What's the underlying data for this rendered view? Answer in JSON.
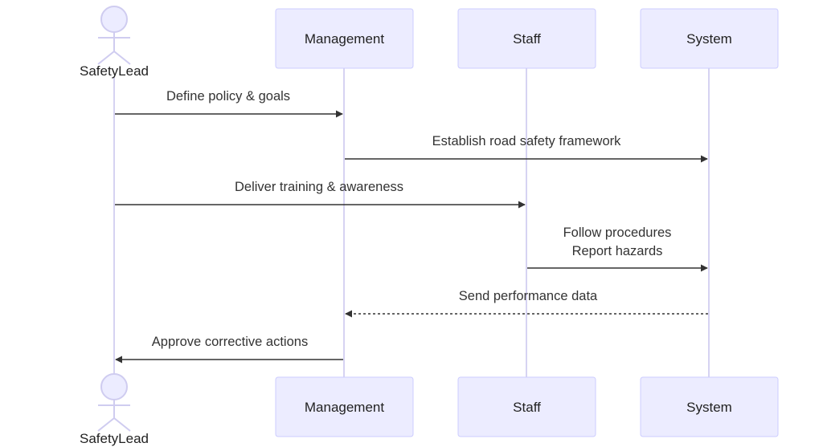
{
  "participants": {
    "safetylead": {
      "label": "SafetyLead",
      "kind": "actor"
    },
    "management": {
      "label": "Management",
      "kind": "box"
    },
    "staff": {
      "label": "Staff",
      "kind": "box"
    },
    "system": {
      "label": "System",
      "kind": "box"
    }
  },
  "messages": [
    {
      "from": "safetylead",
      "to": "management",
      "lines": [
        "Define policy & goals"
      ],
      "style": "solid"
    },
    {
      "from": "management",
      "to": "system",
      "lines": [
        "Establish road safety framework"
      ],
      "style": "solid"
    },
    {
      "from": "safetylead",
      "to": "staff",
      "lines": [
        "Deliver training & awareness"
      ],
      "style": "solid"
    },
    {
      "from": "staff",
      "to": "system",
      "lines": [
        "Follow procedures",
        "Report hazards"
      ],
      "style": "solid"
    },
    {
      "from": "system",
      "to": "management",
      "lines": [
        "Send performance data"
      ],
      "style": "dotted"
    },
    {
      "from": "management",
      "to": "safetylead",
      "lines": [
        "Approve corrective actions"
      ],
      "style": "solid"
    }
  ],
  "colors": {
    "participant_fill": "#ECECFF",
    "participant_border": "#CCCCFF",
    "lifeline": "#D6D3F2",
    "message": "#333333",
    "text": "#222222"
  }
}
